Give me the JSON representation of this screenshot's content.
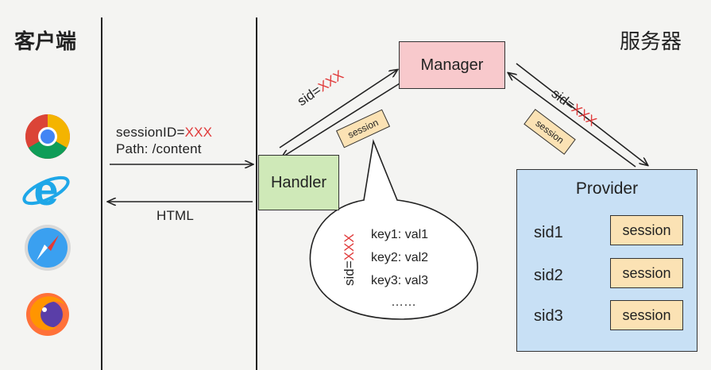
{
  "client": {
    "title": "客户端"
  },
  "server": {
    "title": "服务器"
  },
  "browsers": [
    {
      "name": "chrome-icon"
    },
    {
      "name": "ie-icon"
    },
    {
      "name": "safari-icon"
    },
    {
      "name": "firefox-icon"
    }
  ],
  "request": {
    "sessionid_prefix": "sessionID=",
    "sessionid_value": "XXX",
    "path": "Path: /content"
  },
  "response": {
    "label": "HTML"
  },
  "manager": {
    "label": "Manager"
  },
  "handler": {
    "label": "Handler"
  },
  "handler_to_manager": {
    "sid_prefix": "sid=",
    "sid_value": "XXX",
    "tag": "session"
  },
  "manager_to_provider": {
    "sid_prefix": "sid=",
    "sid_value": "XXX",
    "tag": "session"
  },
  "bubble": {
    "sid_prefix": "sid=",
    "sid_value": "XXX",
    "lines": [
      "key1: val1",
      "key2: val2",
      "key3: val3",
      "……"
    ]
  },
  "provider": {
    "title": "Provider",
    "sids": [
      "sid1",
      "sid2",
      "sid3"
    ],
    "sessions": [
      "session",
      "session",
      "session"
    ]
  },
  "colors": {
    "background": "#f4f4f2",
    "highlight": "#e03a3a",
    "manager_fill": "#f8c9cc",
    "handler_fill": "#cfe9b8",
    "provider_fill": "#c8e0f5",
    "session_fill": "#fbe2b4"
  }
}
